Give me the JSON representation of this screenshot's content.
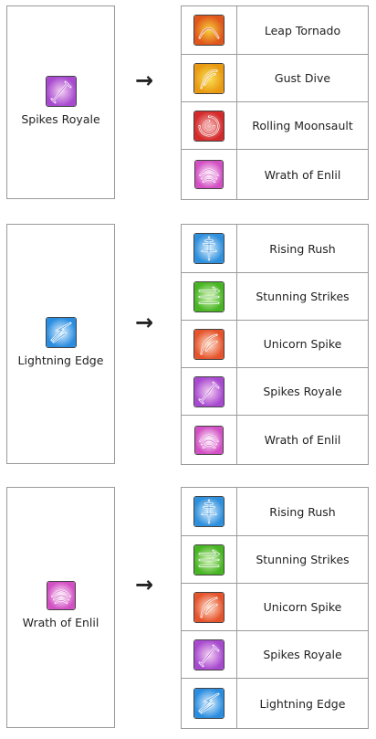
{
  "arrow_glyph": "→",
  "groups": [
    {
      "source": {
        "label": "Spikes Royale",
        "icon": "spikes-royale-icon"
      },
      "targets": [
        {
          "label": "Leap Tornado",
          "icon": "leap-tornado-icon"
        },
        {
          "label": "Gust Dive",
          "icon": "gust-dive-icon"
        },
        {
          "label": "Rolling Moonsault",
          "icon": "rolling-moonsault-icon"
        },
        {
          "label": "Wrath of Enlil",
          "icon": "wrath-of-enlil-icon"
        }
      ]
    },
    {
      "source": {
        "label": "Lightning Edge",
        "icon": "lightning-edge-icon"
      },
      "targets": [
        {
          "label": "Rising Rush",
          "icon": "rising-rush-icon"
        },
        {
          "label": "Stunning Strikes",
          "icon": "stunning-strikes-icon"
        },
        {
          "label": "Unicorn Spike",
          "icon": "unicorn-spike-icon"
        },
        {
          "label": "Spikes Royale",
          "icon": "spikes-royale-icon"
        },
        {
          "label": "Wrath of Enlil",
          "icon": "wrath-of-enlil-icon"
        }
      ]
    },
    {
      "source": {
        "label": "Wrath of Enlil",
        "icon": "wrath-of-enlil-icon"
      },
      "targets": [
        {
          "label": "Rising Rush",
          "icon": "rising-rush-icon"
        },
        {
          "label": "Stunning Strikes",
          "icon": "stunning-strikes-icon"
        },
        {
          "label": "Unicorn Spike",
          "icon": "unicorn-spike-icon"
        },
        {
          "label": "Spikes Royale",
          "icon": "spikes-royale-icon"
        },
        {
          "label": "Lightning Edge",
          "icon": "lightning-edge-icon"
        }
      ]
    }
  ],
  "icon_colors": {
    "leap-tornado-icon": [
      "#f7d23a",
      "#e0561c"
    ],
    "gust-dive-icon": [
      "#fbe35a",
      "#e99a12"
    ],
    "rolling-moonsault-icon": [
      "#f7c0c0",
      "#d42a2a"
    ],
    "wrath-of-enlil-icon": [
      "#ffffff",
      "#d34fc4"
    ],
    "spikes-royale-icon": [
      "#f5d2f2",
      "#a84ad0"
    ],
    "lightning-edge-icon": [
      "#e8f6ff",
      "#2a8de0"
    ],
    "rising-rush-icon": [
      "#dff3ff",
      "#2e8fdc"
    ],
    "stunning-strikes-icon": [
      "#dcf7c2",
      "#48b524"
    ],
    "unicorn-spike-icon": [
      "#ffe7d6",
      "#e5542c"
    ]
  }
}
